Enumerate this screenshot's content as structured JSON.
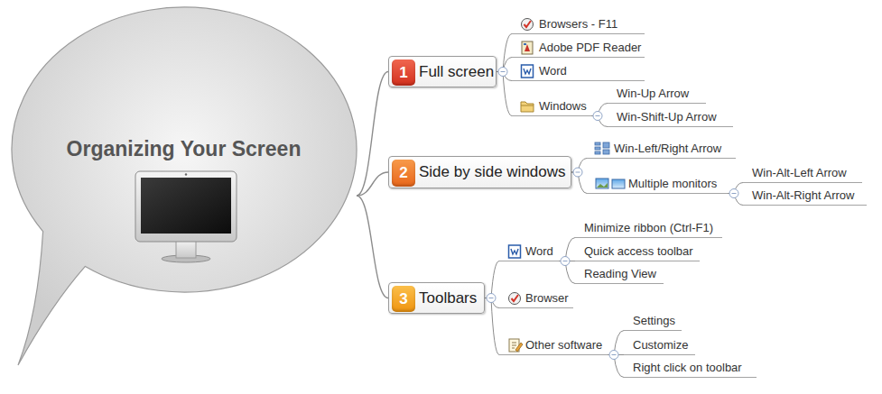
{
  "diagram": {
    "nodes": [
      {
        "text": [
          "Organizing Your Screen"
        ]
      },
      {
        "text": [
          "Full screen"
        ]
      },
      {
        "text": [
          "1"
        ],
        "in": 1
      },
      {
        "text": [
          "Browsers - F11"
        ]
      },
      {
        "text": [
          "Adobe PDF Reader"
        ]
      },
      {
        "text": [
          "Word"
        ]
      },
      {
        "text": [
          "Windows"
        ]
      },
      {
        "text": [
          "Win-Up Arrow"
        ]
      },
      {
        "text": [
          "Win-Shift-Up Arrow"
        ]
      },
      {
        "text": [
          "Side by side windows"
        ]
      },
      {
        "text": [
          "2"
        ],
        "in": 9
      },
      {
        "text": [
          "Win-Left/Right Arrow"
        ]
      },
      {
        "text": [
          "Multiple monitors"
        ]
      },
      {
        "text": [
          "Win-Alt-Left Arrow"
        ]
      },
      {
        "text": [
          "Win-Alt-Right Arrow"
        ]
      },
      {
        "text": [
          "Toolbars"
        ]
      },
      {
        "text": [
          "3"
        ],
        "in": 15
      },
      {
        "text": [
          "Word"
        ]
      },
      {
        "text": [
          "Minimize ribbon (Ctrl-F1)"
        ]
      },
      {
        "text": [
          "Quick access toolbar"
        ]
      },
      {
        "text": [
          "Reading View"
        ]
      },
      {
        "text": [
          "Browser"
        ]
      },
      {
        "text": [
          "Other software"
        ]
      },
      {
        "text": [
          "Settings"
        ]
      },
      {
        "text": [
          "Customize"
        ]
      },
      {
        "text": [
          "Right click on toolbar"
        ]
      }
    ],
    "edges": [
      {
        "from": 0,
        "to": 1,
        "arrow": "none"
      },
      {
        "from": 0,
        "to": 9,
        "arrow": "none"
      },
      {
        "from": 0,
        "to": 15,
        "arrow": "none"
      },
      {
        "from": 1,
        "to": 3,
        "arrow": "none"
      },
      {
        "from": 1,
        "to": 4,
        "arrow": "none"
      },
      {
        "from": 1,
        "to": 5,
        "arrow": "none"
      },
      {
        "from": 1,
        "to": 6,
        "arrow": "none"
      },
      {
        "from": 6,
        "to": 7,
        "arrow": "none"
      },
      {
        "from": 6,
        "to": 8,
        "arrow": "none"
      },
      {
        "from": 9,
        "to": 11,
        "arrow": "none"
      },
      {
        "from": 9,
        "to": 12,
        "arrow": "none"
      },
      {
        "from": 12,
        "to": 13,
        "arrow": "none"
      },
      {
        "from": 12,
        "to": 14,
        "arrow": "none"
      },
      {
        "from": 15,
        "to": 17,
        "arrow": "none"
      },
      {
        "from": 15,
        "to": 21,
        "arrow": "none"
      },
      {
        "from": 15,
        "to": 22,
        "arrow": "none"
      },
      {
        "from": 17,
        "to": 18,
        "arrow": "none"
      },
      {
        "from": 17,
        "to": 19,
        "arrow": "none"
      },
      {
        "from": 17,
        "to": 20,
        "arrow": "none"
      },
      {
        "from": 22,
        "to": 23,
        "arrow": "none"
      },
      {
        "from": 22,
        "to": 24,
        "arrow": "none"
      },
      {
        "from": 22,
        "to": 25,
        "arrow": "none"
      }
    ]
  }
}
